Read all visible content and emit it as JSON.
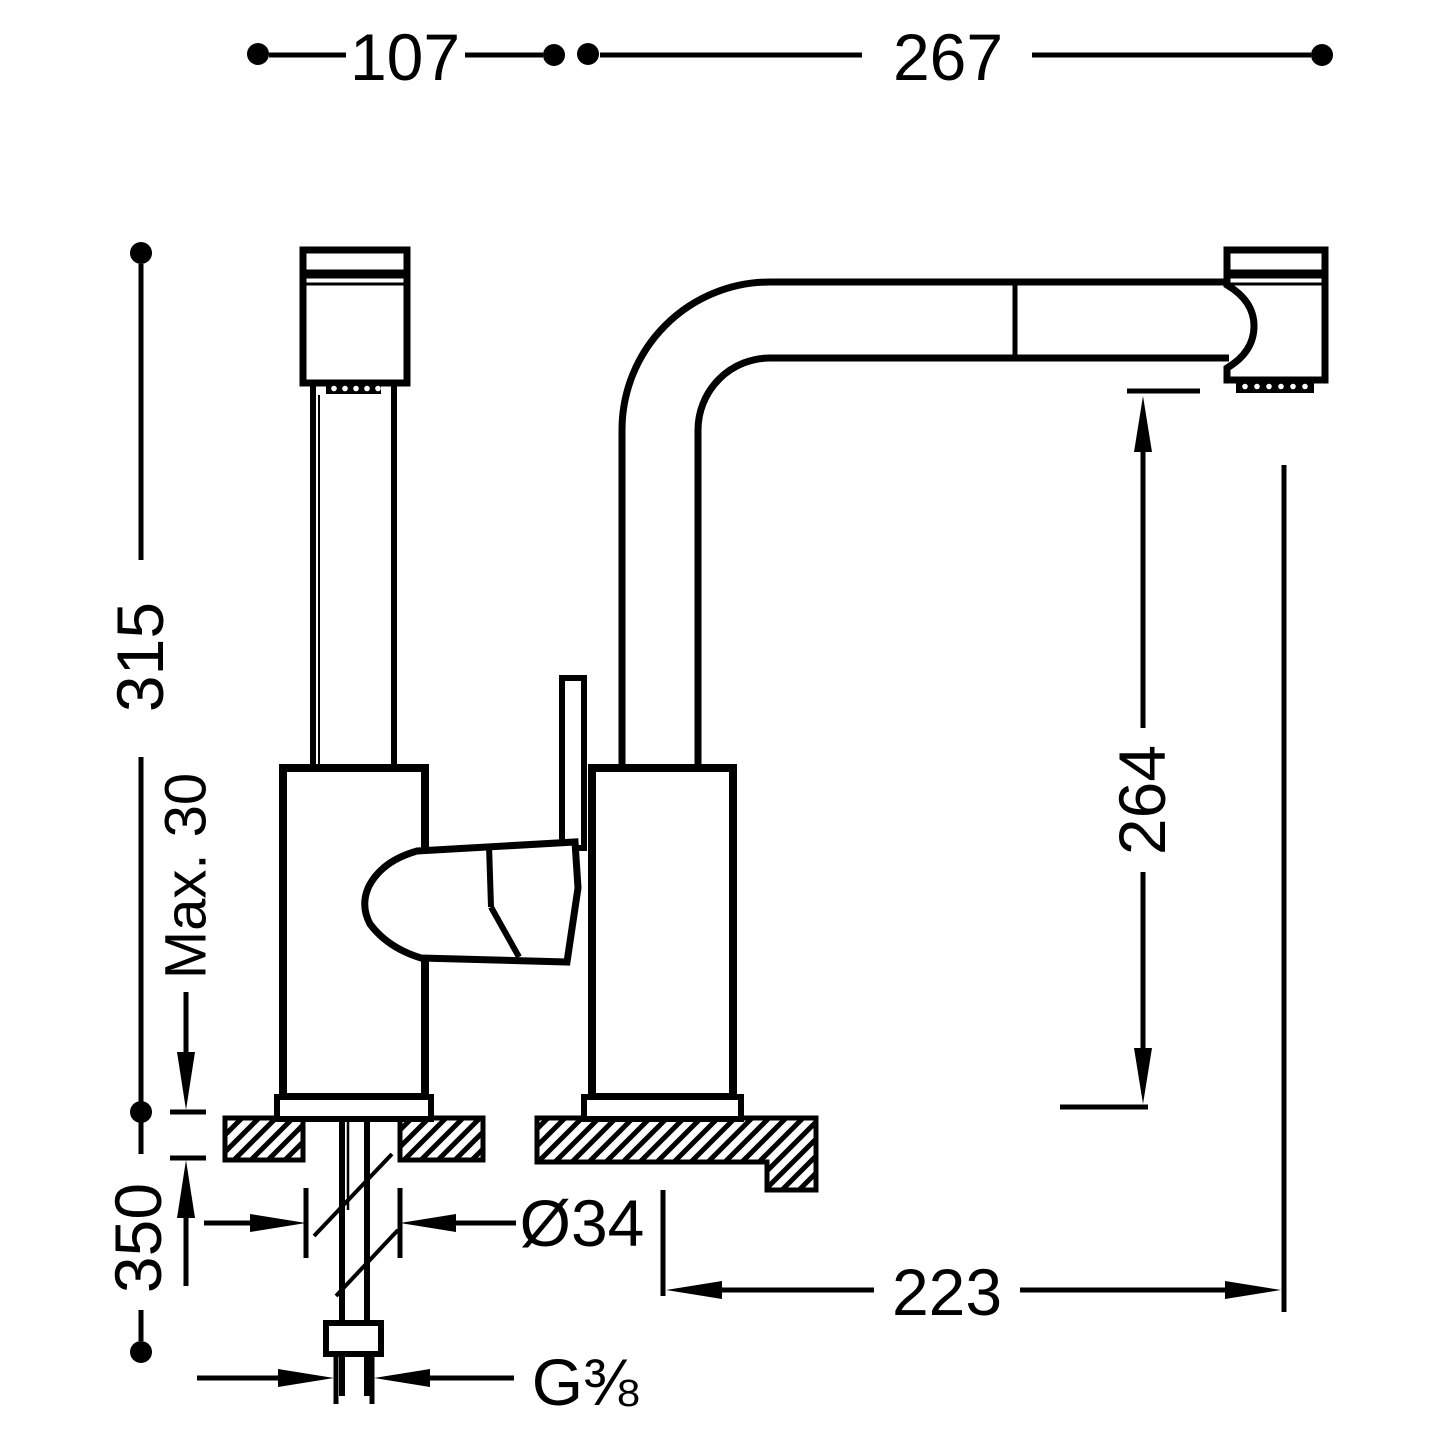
{
  "colors": {
    "line": "#000000",
    "background": "#ffffff"
  },
  "dimensions": {
    "width_left": "107",
    "width_right": "267",
    "total_height": "315",
    "max_deck_thickness": "Max. 30",
    "below_deck": "350",
    "spout_clearance": "264",
    "base_diameter": "Ø34",
    "spout_reach": "223",
    "thread_size": "G⅜"
  }
}
